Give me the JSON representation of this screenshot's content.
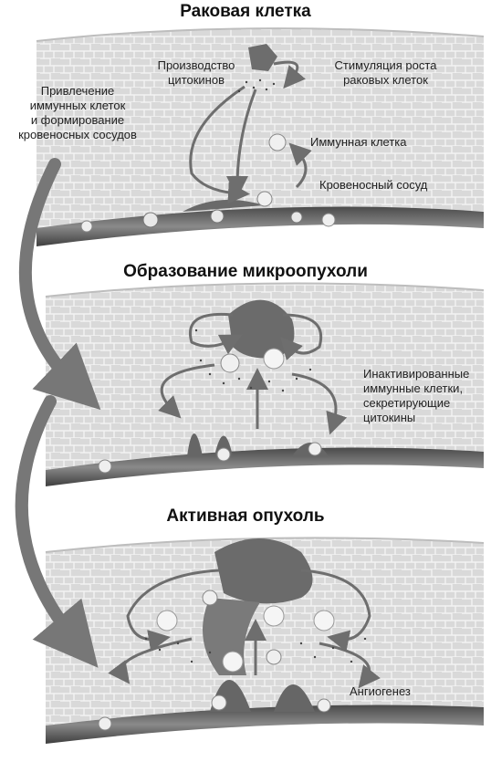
{
  "panels": [
    {
      "title": "Раковая клетка",
      "labels": {
        "cytokine_production": [
          "Производство",
          "цитокинов"
        ],
        "growth_stimulation": [
          "Стимуляция роста",
          "раковых клеток"
        ],
        "immune_cell": "Иммунная клетка",
        "blood_vessel": "Кровеносный сосуд"
      }
    },
    {
      "title": "Образование микроопухоли",
      "labels": {
        "inactivated_cells": [
          "Инактивированные",
          "иммунные клетки,",
          "секретирующие",
          "цитокины"
        ]
      }
    },
    {
      "title": "Активная опухоль",
      "labels": {
        "angiogenesis": "Ангиогенез"
      }
    }
  ],
  "side_label": [
    "Привлечение",
    "иммунных клеток",
    "и формирование",
    "кровеносных сосудов"
  ],
  "colors": {
    "tissue": "#d6d6d6",
    "cell_border": "#f2f2f2",
    "vessel": "#5a5a5a",
    "tumor": "#6b6b6b",
    "arrow": "#777777",
    "immune_cell": "#e9e9e9"
  }
}
